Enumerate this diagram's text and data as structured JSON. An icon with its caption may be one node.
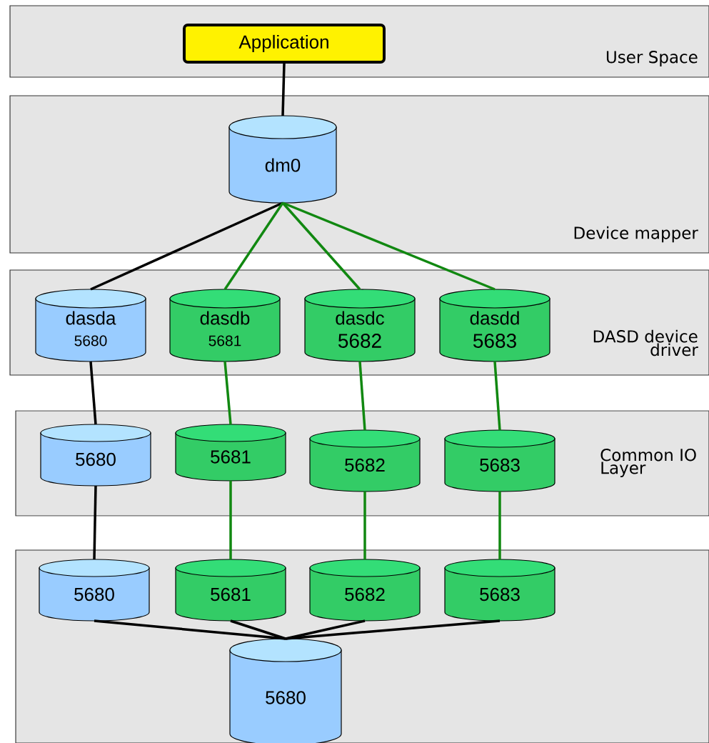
{
  "diagram": {
    "nodes": [
      {
        "text": [
          "User Space"
        ]
      },
      {
        "text": [
          "Application"
        ],
        "in": 0
      },
      {
        "text": [
          "Device mapper"
        ]
      },
      {
        "text": [
          "dm0"
        ],
        "in": 2
      },
      {
        "text": [
          "DASD device driver"
        ]
      },
      {
        "text": [
          "dasda",
          "5680"
        ],
        "in": 4
      },
      {
        "text": [
          "dasdb",
          "5681"
        ],
        "in": 4
      },
      {
        "text": [
          "dasdc",
          "5682"
        ],
        "in": 4
      },
      {
        "text": [
          "dasdd",
          "5683"
        ],
        "in": 4
      },
      {
        "text": [
          "Common IO Layer"
        ]
      },
      {
        "text": [
          "5680"
        ],
        "in": 9
      },
      {
        "text": [
          "5681"
        ],
        "in": 9
      },
      {
        "text": [
          "5682"
        ],
        "in": 9
      },
      {
        "text": [
          "5683"
        ],
        "in": 9
      },
      {
        "text": [],
        "shape": "box"
      },
      {
        "text": [
          "5680"
        ],
        "in": 14
      },
      {
        "text": [
          "5681"
        ],
        "in": 14
      },
      {
        "text": [
          "5682"
        ],
        "in": 14
      },
      {
        "text": [
          "5683"
        ],
        "in": 14
      },
      {
        "text": [
          "5680"
        ],
        "in": 14
      }
    ],
    "edges": [
      {
        "from": 1,
        "to": 3,
        "arrow": "none",
        "color": "#000000"
      },
      {
        "from": 3,
        "to": 5,
        "arrow": "none",
        "color": "#000000"
      },
      {
        "from": 3,
        "to": 6,
        "arrow": "none",
        "color": "#118811"
      },
      {
        "from": 3,
        "to": 7,
        "arrow": "none",
        "color": "#118811"
      },
      {
        "from": 3,
        "to": 8,
        "arrow": "none",
        "color": "#118811"
      },
      {
        "from": 5,
        "to": 10,
        "arrow": "none",
        "color": "#000000"
      },
      {
        "from": 6,
        "to": 11,
        "arrow": "none",
        "color": "#118811"
      },
      {
        "from": 7,
        "to": 12,
        "arrow": "none",
        "color": "#118811"
      },
      {
        "from": 8,
        "to": 13,
        "arrow": "none",
        "color": "#118811"
      },
      {
        "from": 10,
        "to": 15,
        "arrow": "none",
        "color": "#000000"
      },
      {
        "from": 11,
        "to": 16,
        "arrow": "none",
        "color": "#118811"
      },
      {
        "from": 12,
        "to": 17,
        "arrow": "none",
        "color": "#118811"
      },
      {
        "from": 13,
        "to": 18,
        "arrow": "none",
        "color": "#118811"
      },
      {
        "from": 15,
        "to": 19,
        "arrow": "none",
        "color": "#000000"
      },
      {
        "from": 16,
        "to": 19,
        "arrow": "none",
        "color": "#000000"
      },
      {
        "from": 17,
        "to": 19,
        "arrow": "none",
        "color": "#000000"
      },
      {
        "from": 18,
        "to": 19,
        "arrow": "none",
        "color": "#000000"
      }
    ]
  }
}
